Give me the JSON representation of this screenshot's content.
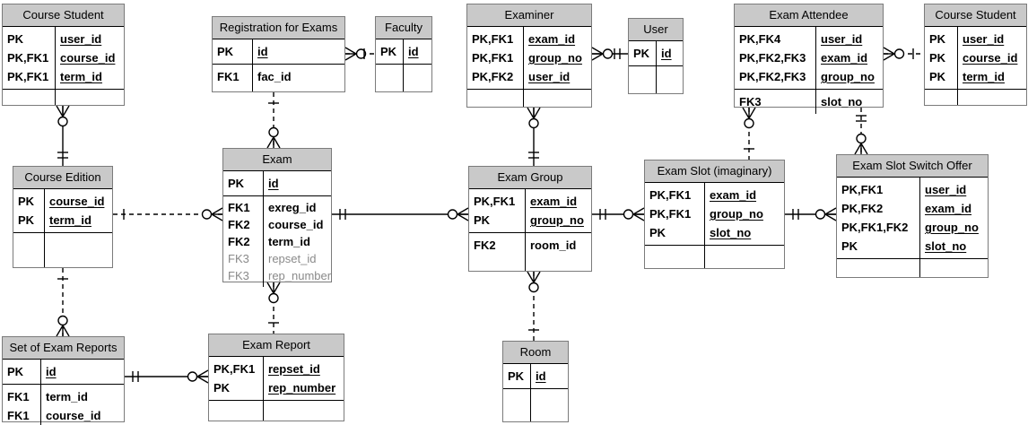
{
  "notation": "crows-foot",
  "colors": {
    "header_bg": "#c9c9c9",
    "entity_bg": "#ffffff",
    "line": "#000000",
    "outer_border": "#7b7b7b",
    "muted_text": "#8a8a8a",
    "page_bg": "#ffffff"
  },
  "entities": [
    {
      "id": "course-student-left",
      "name": "Course Student",
      "rows": [
        {
          "section": "key",
          "key": "PK",
          "attr": "user_id",
          "underline": true
        },
        {
          "section": "key",
          "key": "PK,FK1",
          "attr": "course_id",
          "underline": true
        },
        {
          "section": "key",
          "key": "PK,FK1",
          "attr": "term_id",
          "underline": true
        }
      ]
    },
    {
      "id": "registration-for-exams",
      "name": "Registration for Exams",
      "rows": [
        {
          "section": "key",
          "key": "PK",
          "attr": "id",
          "underline": true
        },
        {
          "section": "body",
          "key": "FK1",
          "attr": "fac_id",
          "underline": false
        }
      ]
    },
    {
      "id": "faculty",
      "name": "Faculty",
      "rows": [
        {
          "section": "key",
          "key": "PK",
          "attr": "id",
          "underline": true
        }
      ]
    },
    {
      "id": "examiner",
      "name": "Examiner",
      "rows": [
        {
          "section": "key",
          "key": "PK,FK1",
          "attr": "exam_id",
          "underline": true
        },
        {
          "section": "key",
          "key": "PK,FK1",
          "attr": "group_no",
          "underline": true
        },
        {
          "section": "key",
          "key": "PK,FK2",
          "attr": "user_id",
          "underline": true
        }
      ]
    },
    {
      "id": "user",
      "name": "User",
      "rows": [
        {
          "section": "key",
          "key": "PK",
          "attr": "id",
          "underline": true
        }
      ]
    },
    {
      "id": "exam-attendee",
      "name": "Exam Attendee",
      "rows": [
        {
          "section": "key",
          "key": "PK,FK4",
          "attr": "user_id",
          "underline": true
        },
        {
          "section": "key",
          "key": "PK,FK2,FK3",
          "attr": "exam_id",
          "underline": true
        },
        {
          "section": "key",
          "key": "PK,FK2,FK3",
          "attr": "group_no",
          "underline": true
        },
        {
          "section": "body",
          "key": "FK3",
          "attr": "slot_no",
          "underline": false
        }
      ]
    },
    {
      "id": "course-student-right",
      "name": "Course Student",
      "rows": [
        {
          "section": "key",
          "key": "PK",
          "attr": "user_id",
          "underline": true
        },
        {
          "section": "key",
          "key": "PK",
          "attr": "course_id",
          "underline": true
        },
        {
          "section": "key",
          "key": "PK",
          "attr": "term_id",
          "underline": true
        }
      ]
    },
    {
      "id": "course-edition",
      "name": "Course Edition",
      "rows": [
        {
          "section": "key",
          "key": "PK",
          "attr": "course_id",
          "underline": true
        },
        {
          "section": "key",
          "key": "PK",
          "attr": "term_id",
          "underline": true
        }
      ]
    },
    {
      "id": "exam",
      "name": "Exam",
      "rows": [
        {
          "section": "key",
          "key": "PK",
          "attr": "id",
          "underline": true
        },
        {
          "section": "body",
          "key": "FK1",
          "attr": "exreg_id",
          "underline": false
        },
        {
          "section": "body",
          "key": "FK2",
          "attr": "course_id",
          "underline": false
        },
        {
          "section": "body",
          "key": "FK2",
          "attr": "term_id",
          "underline": false
        },
        {
          "section": "body",
          "key": "FK3",
          "attr": "repset_id",
          "underline": false,
          "muted": true
        },
        {
          "section": "body",
          "key": "FK3",
          "attr": "rep_number",
          "underline": false,
          "muted": true
        }
      ]
    },
    {
      "id": "exam-group",
      "name": "Exam Group",
      "rows": [
        {
          "section": "key",
          "key": "PK,FK1",
          "attr": "exam_id",
          "underline": true
        },
        {
          "section": "key",
          "key": "PK",
          "attr": "group_no",
          "underline": true
        },
        {
          "section": "body",
          "key": "FK2",
          "attr": "room_id",
          "underline": false
        }
      ]
    },
    {
      "id": "exam-slot",
      "name": "Exam Slot (imaginary)",
      "rows": [
        {
          "section": "key",
          "key": "PK,FK1",
          "attr": "exam_id",
          "underline": true
        },
        {
          "section": "key",
          "key": "PK,FK1",
          "attr": "group_no",
          "underline": true
        },
        {
          "section": "key",
          "key": "PK",
          "attr": "slot_no",
          "underline": true
        }
      ]
    },
    {
      "id": "exam-slot-switch-offer",
      "name": "Exam Slot Switch Offer",
      "rows": [
        {
          "section": "key",
          "key": "PK,FK1",
          "attr": "user_id",
          "underline": true
        },
        {
          "section": "key",
          "key": "PK,FK2",
          "attr": "exam_id",
          "underline": true
        },
        {
          "section": "key",
          "key": "PK,FK1,FK2",
          "attr": "group_no",
          "underline": true
        },
        {
          "section": "key",
          "key": "PK",
          "attr": "slot_no",
          "underline": true
        }
      ]
    },
    {
      "id": "set-of-exam-reports",
      "name": "Set of Exam Reports",
      "rows": [
        {
          "section": "key",
          "key": "PK",
          "attr": "id",
          "underline": true
        },
        {
          "section": "body",
          "key": "FK1",
          "attr": "term_id",
          "underline": false
        },
        {
          "section": "body",
          "key": "FK1",
          "attr": "course_id",
          "underline": false
        }
      ]
    },
    {
      "id": "exam-report",
      "name": "Exam Report",
      "rows": [
        {
          "section": "key",
          "key": "PK,FK1",
          "attr": "repset_id",
          "underline": true
        },
        {
          "section": "key",
          "key": "PK",
          "attr": "rep_number",
          "underline": true
        }
      ]
    },
    {
      "id": "room",
      "name": "Room",
      "rows": [
        {
          "section": "key",
          "key": "PK",
          "attr": "id",
          "underline": true
        }
      ]
    }
  ],
  "relationships": [
    {
      "id": "course-student-course-edition",
      "from": "course-student-left",
      "to": "course-edition",
      "from_end": "zero-or-many",
      "to_end": "exactly-one",
      "line": "solid"
    },
    {
      "id": "course-edition-exam",
      "from": "course-edition",
      "to": "exam",
      "from_end": "one",
      "to_end": "zero-or-many",
      "line": "dashed"
    },
    {
      "id": "registration-exam",
      "from": "registration-for-exams",
      "to": "exam",
      "from_end": "one",
      "to_end": "zero-or-many",
      "line": "dashed"
    },
    {
      "id": "registration-faculty",
      "from": "registration-for-exams",
      "to": "faculty",
      "from_end": "zero-or-many",
      "to_end": "one",
      "line": "dashed"
    },
    {
      "id": "examiner-user",
      "from": "examiner",
      "to": "user",
      "from_end": "zero-or-many",
      "to_end": "exactly-one",
      "line": "solid"
    },
    {
      "id": "examiner-exam-group",
      "from": "examiner",
      "to": "exam-group",
      "from_end": "zero-or-many",
      "to_end": "exactly-one",
      "line": "solid"
    },
    {
      "id": "exam-attendee-exam-slot",
      "from": "exam-attendee",
      "to": "exam-slot",
      "from_end": "zero-or-many",
      "to_end": "one",
      "line": "dashed"
    },
    {
      "id": "exam-attendee-switch-offer",
      "from": "exam-attendee",
      "to": "exam-slot-switch-offer",
      "from_end": "exactly-one",
      "to_end": "zero-or-many",
      "line": "dashed"
    },
    {
      "id": "exam-attendee-course-student",
      "from": "exam-attendee",
      "to": "course-student-right",
      "from_end": "zero-or-many",
      "to_end": "one",
      "line": "dashed"
    },
    {
      "id": "exam-exam-group",
      "from": "exam",
      "to": "exam-group",
      "from_end": "exactly-one",
      "to_end": "zero-or-many",
      "line": "solid"
    },
    {
      "id": "exam-group-exam-slot",
      "from": "exam-group",
      "to": "exam-slot",
      "from_end": "exactly-one",
      "to_end": "zero-or-many",
      "line": "solid"
    },
    {
      "id": "exam-slot-switch-offer",
      "from": "exam-slot",
      "to": "exam-slot-switch-offer",
      "from_end": "exactly-one",
      "to_end": "zero-or-many",
      "line": "solid"
    },
    {
      "id": "course-edition-set-of-exam-reports",
      "from": "course-edition",
      "to": "set-of-exam-reports",
      "from_end": "one",
      "to_end": "zero-or-many",
      "line": "dashed"
    },
    {
      "id": "exam-exam-report",
      "from": "exam",
      "to": "exam-report",
      "from_end": "zero-or-many",
      "to_end": "one",
      "line": "dashed"
    },
    {
      "id": "exam-group-room",
      "from": "exam-group",
      "to": "room",
      "from_end": "zero-or-many",
      "to_end": "one",
      "line": "dashed"
    },
    {
      "id": "set-of-exam-reports-exam-report",
      "from": "set-of-exam-reports",
      "to": "exam-report",
      "from_end": "exactly-one",
      "to_end": "zero-or-many",
      "line": "solid"
    }
  ]
}
